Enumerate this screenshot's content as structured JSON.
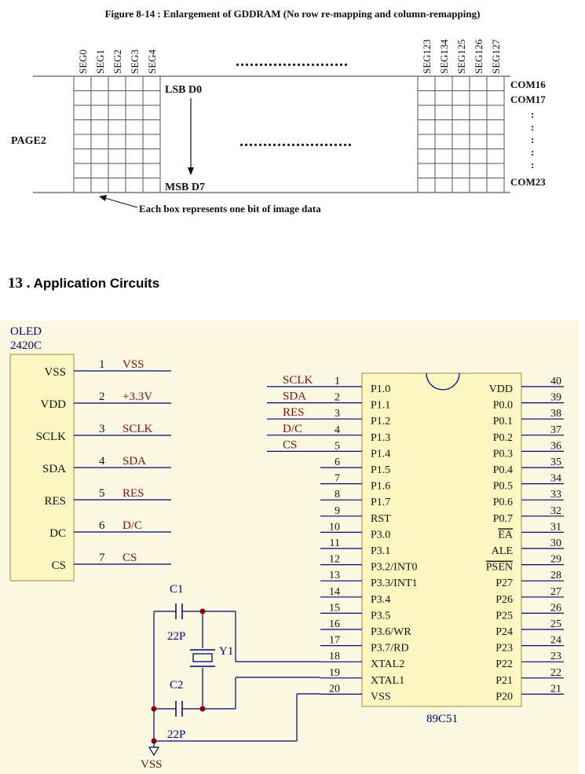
{
  "figure": {
    "title": "Figure 8-14 : Enlargement of GDDRAM (No row re-mapping and column-remapping)",
    "seg_left": [
      "SEG0",
      "SEG1",
      "SEG2",
      "SEG3",
      "SEG4"
    ],
    "seg_right": [
      "SEG123",
      "SEG134",
      "SEG125",
      "SEG126",
      "SEG127"
    ],
    "dots": "........................",
    "page_label": "PAGE2",
    "lsb_label": "LSB D0",
    "msb_label": "MSB D7",
    "com_top": "COM16",
    "com_second": "COM17",
    "com_dots": [
      ":",
      ":",
      ":",
      ":",
      ":"
    ],
    "com_bottom": "COM23",
    "note": "Each box represents one bit of image data"
  },
  "section": {
    "number": "13 .",
    "title": "Application Circuits"
  },
  "circuit": {
    "oled_name": "OLED",
    "oled_model": "2420C",
    "oled_pins": [
      {
        "name": "VSS",
        "num": "1",
        "net": "VSS"
      },
      {
        "name": "VDD",
        "num": "2",
        "net": "+3.3V"
      },
      {
        "name": "SCLK",
        "num": "3",
        "net": "SCLK"
      },
      {
        "name": "SDA",
        "num": "4",
        "net": "SDA"
      },
      {
        "name": "RES",
        "num": "5",
        "net": "RES"
      },
      {
        "name": "DC",
        "num": "6",
        "net": "D/C"
      },
      {
        "name": "CS",
        "num": "7",
        "net": "CS"
      }
    ],
    "mcu_left_nets": [
      "SCLK",
      "SDA",
      "RES",
      "D/C",
      "CS"
    ],
    "mcu_left": [
      {
        "num": "1",
        "name": "P1.0"
      },
      {
        "num": "2",
        "name": "P1.1"
      },
      {
        "num": "3",
        "name": "P1.2"
      },
      {
        "num": "4",
        "name": "P1.3"
      },
      {
        "num": "5",
        "name": "P1.4"
      },
      {
        "num": "6",
        "name": "P1.5"
      },
      {
        "num": "7",
        "name": "P1.6"
      },
      {
        "num": "8",
        "name": "P1.7"
      },
      {
        "num": "9",
        "name": "RST"
      },
      {
        "num": "10",
        "name": "P3.0"
      },
      {
        "num": "11",
        "name": "P3.1"
      },
      {
        "num": "12",
        "name": "P3.2/INT0"
      },
      {
        "num": "13",
        "name": "P3.3/INT1"
      },
      {
        "num": "14",
        "name": "P3.4"
      },
      {
        "num": "15",
        "name": "P3.5"
      },
      {
        "num": "16",
        "name": "P3.6/WR"
      },
      {
        "num": "17",
        "name": "P3.7/RD"
      },
      {
        "num": "18",
        "name": "XTAL2"
      },
      {
        "num": "19",
        "name": "XTAL1"
      },
      {
        "num": "20",
        "name": "VSS"
      }
    ],
    "mcu_right": [
      {
        "num": "40",
        "name": "VDD"
      },
      {
        "num": "39",
        "name": "P0.0"
      },
      {
        "num": "38",
        "name": "P0.1"
      },
      {
        "num": "37",
        "name": "P0.2"
      },
      {
        "num": "36",
        "name": "P0.3"
      },
      {
        "num": "35",
        "name": "P0.4"
      },
      {
        "num": "34",
        "name": "P0.5"
      },
      {
        "num": "33",
        "name": "P0.6"
      },
      {
        "num": "32",
        "name": "P0.7"
      },
      {
        "num": "31",
        "name": "EA"
      },
      {
        "num": "30",
        "name": "ALE"
      },
      {
        "num": "29",
        "name": "PSEN"
      },
      {
        "num": "28",
        "name": "P27"
      },
      {
        "num": "27",
        "name": "P26"
      },
      {
        "num": "26",
        "name": "P25"
      },
      {
        "num": "25",
        "name": "P24"
      },
      {
        "num": "24",
        "name": "P23"
      },
      {
        "num": "23",
        "name": "P22"
      },
      {
        "num": "22",
        "name": "P21"
      },
      {
        "num": "21",
        "name": "P20"
      }
    ],
    "mcu_name": "89C51",
    "c1": "C1",
    "c1_val": "22P",
    "c2": "C2",
    "c2_val": "22P",
    "y1": "Y1",
    "gnd": "VSS",
    "colors": {
      "background": "#fbf9e1",
      "chip_fill": "#fdf7c4",
      "wire": "#00007a",
      "net_text": "#7a1010",
      "junction": "#8b0000"
    }
  }
}
